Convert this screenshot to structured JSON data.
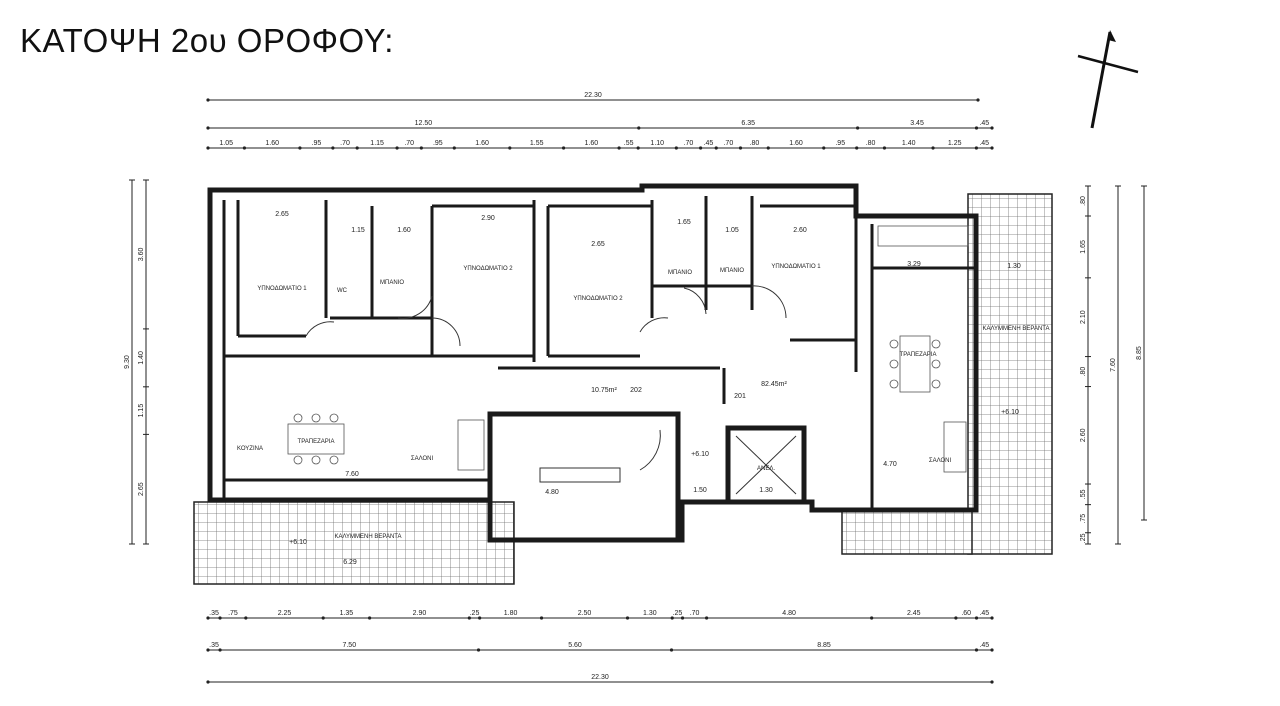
{
  "title": "ΚΑΤΟΨΗ 2ου ΟΡΟΦΟΥ:",
  "colors": {
    "ink": "#1a1a1a",
    "hatch": "#6e6e6e",
    "paper": "#ffffff"
  },
  "top_dims": {
    "overall": "22.30",
    "row2": [
      "12.50",
      "6.35",
      "3.45",
      ".45"
    ],
    "row3": [
      "1.05",
      "1.60",
      ".95",
      ".70",
      "1.15",
      ".70",
      ".95",
      "1.60",
      "1.55",
      "1.60",
      ".55",
      "1.10",
      ".70",
      ".45",
      ".70",
      ".80",
      "1.60",
      ".95",
      ".80",
      "1.40",
      "1.25",
      ".45"
    ]
  },
  "bottom_dims": {
    "row1": [
      ".35",
      ".75",
      "2.25",
      "1.35",
      "2.90",
      ".25",
      "1.80",
      "2.50",
      "1.30",
      ".25",
      ".70",
      "4.80",
      "2.45",
      ".60",
      ".45"
    ],
    "row2": [
      ".35",
      "7.50",
      "5.60",
      "8.85",
      ".45"
    ],
    "overall": "22.30"
  },
  "left_dims": {
    "outer": "9.30",
    "inner": [
      "3.60",
      "1.40",
      "1.15",
      "2.65"
    ]
  },
  "right_dims": {
    "outer": "8.85",
    "mid": "7.60",
    "inner": [
      ".80",
      "1.65",
      "2.10",
      ".80",
      "2.60",
      ".55",
      ".75",
      ".25"
    ]
  },
  "rooms": [
    {
      "label": "ΥΠΝΟΔΩΜΑΤΙΟ 1",
      "dim": "2.65"
    },
    {
      "label": "ΜΠΑΝΙΟ",
      "dim": "1.15"
    },
    {
      "label": "WC",
      "dim": "1.60"
    },
    {
      "label": "ΥΠΝΟΔΩΜΑΤΙΟ 2",
      "dim": "2.90"
    },
    {
      "label": "ΥΠΝΟΔΩΜΑΤΙΟ 2",
      "dim": "2.65"
    },
    {
      "label": "ΜΠΑΝΙΟ",
      "dim": "1.65"
    },
    {
      "label": "ΜΠΑΝΙΟ",
      "dim": "1.05"
    },
    {
      "label": "ΥΠΝΟΔΩΜΑΤΙΟ 1",
      "dim": "2.60"
    },
    {
      "label": "ΤΡΑΠΕΖΑΡΙΑ",
      "dim": "3.29"
    },
    {
      "label": "ΤΡΑΠΕΖΑΡΙΑ",
      "dim": ""
    },
    {
      "label": "ΣΑΛΟΝΙ",
      "dim": "7.60"
    },
    {
      "label": "ΣΑΛΟΝΙ",
      "dim": "4.70"
    },
    {
      "label": "ΚΟΥΖΙΝΑ",
      "dim": ""
    }
  ],
  "apartments": [
    {
      "code": "202",
      "area": "10.75m²"
    },
    {
      "code": "201",
      "area": "82.45m²"
    }
  ],
  "balconies": [
    {
      "label": "ΚΑΛΥΜΜΕΝΗ ΒΕΡΑΝΤΑ",
      "dim": "6.29",
      "level": "+6.10"
    },
    {
      "label": "ΚΑΛΥΜΜΕΝΗ ΒΕΡΑΝΤΑ",
      "dim": "1.30",
      "level": "+6.10"
    }
  ],
  "core": {
    "elevator": "ΑΝΕΛ.",
    "stair_dim": "4.80",
    "left_gap": "1.50",
    "elevator_dim": "1.30",
    "level": "+6.10"
  }
}
